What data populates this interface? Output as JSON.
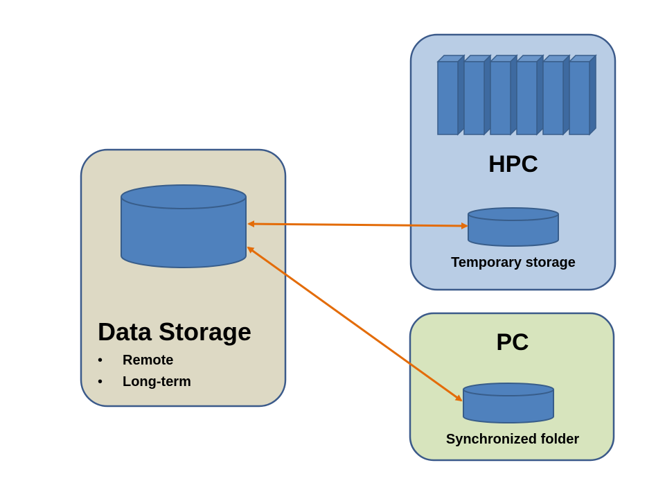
{
  "colors": {
    "data_storage_fill": "#ddd9c4",
    "hpc_fill": "#b9cde5",
    "pc_fill": "#d7e4bd",
    "box_border": "#3b5a8a",
    "cylinder_fill": "#4f81bd",
    "cylinder_border": "#385d8a",
    "arrow": "#e36c09"
  },
  "data_storage": {
    "title": "Data Storage",
    "bullets": [
      "Remote",
      "Long-term"
    ],
    "bullet_glyph": "•",
    "icon": "database-cylinder-icon"
  },
  "hpc": {
    "title": "HPC",
    "storage_label": "Temporary storage",
    "rack_count": 6,
    "icon": "server-rack-icon"
  },
  "pc": {
    "title": "PC",
    "folder_label": "Synchronized folder",
    "icon": "database-cylinder-icon"
  },
  "connections": [
    {
      "from": "data_storage",
      "to": "hpc_temporary_storage",
      "style": "bidirectional-arrow"
    },
    {
      "from": "data_storage",
      "to": "pc_synchronized_folder",
      "style": "bidirectional-arrow"
    }
  ]
}
